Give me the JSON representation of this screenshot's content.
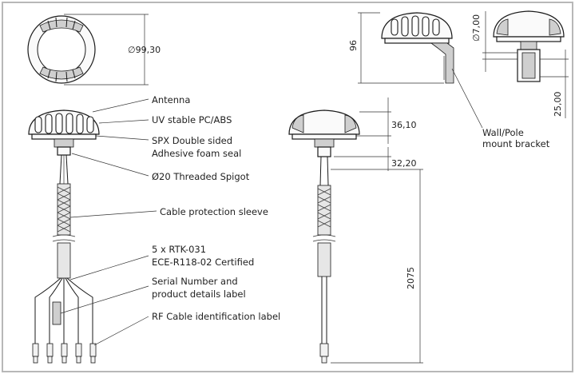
{
  "labels": {
    "antenna": "Antenna",
    "uv_stable": "UV stable PC/ABS",
    "spx_line1": "SPX Double sided",
    "spx_line2": "Adhesive foam seal",
    "threaded_spigot": "Ø20 Threaded Spigot",
    "cable_sleeve": "Cable protection sleeve",
    "rtk_line1": "5 x RTK-031",
    "rtk_line2": "ECE-R118-02 Certified",
    "serial_line1": "Serial Number and",
    "serial_line2": "product details label",
    "rf_cable": "RF Cable identification label",
    "bracket_line1": "Wall/Pole",
    "bracket_line2": "mount bracket"
  },
  "dimensions": {
    "diameter": "∅99,30",
    "height_total": "96",
    "spigot_dia": "∅7,00",
    "bracket_offset": "25,00",
    "dome_height": "36,10",
    "spigot_len": "32,20",
    "cable_len": "2075"
  }
}
